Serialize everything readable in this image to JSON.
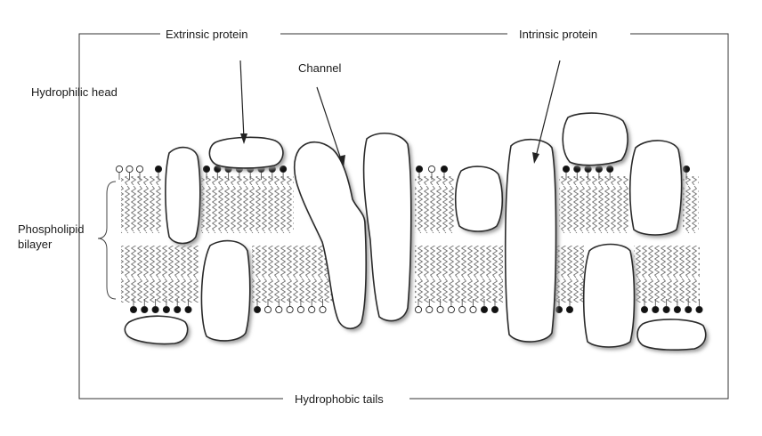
{
  "labels": {
    "extrinsic_protein": "Extrinsic protein",
    "intrinsic_protein": "Intrinsic protein",
    "channel": "Channel",
    "hydrophilic_head": "Hydrophilic head",
    "phospholipid_line1": "Phospholipid",
    "phospholipid_line2": "bilayer",
    "hydrophobic_tails": "Hydrophobic tails"
  }
}
